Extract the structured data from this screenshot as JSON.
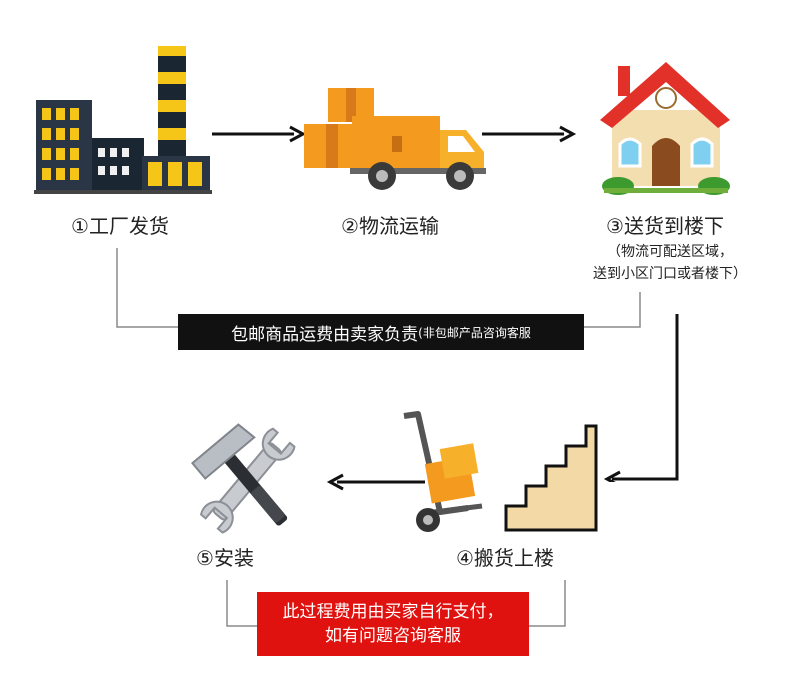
{
  "steps": [
    {
      "label": "①工厂发货",
      "icon": "factory-icon"
    },
    {
      "label": "②物流运输",
      "icon": "delivery-truck-icon"
    },
    {
      "label": "③送货到楼下",
      "icon": "house-icon"
    },
    {
      "label": "④搬货上楼",
      "icon": "hand-truck-stairs-icon"
    },
    {
      "label": "⑤安装",
      "icon": "tools-icon"
    }
  ],
  "step3_note": {
    "line1": "（物流可配送区域，",
    "line2": "送到小区门口或者楼下）"
  },
  "black_banner": {
    "main": "包邮商品运费由卖家负责",
    "sub": "(非包邮产品咨询客服"
  },
  "red_banner": {
    "line1": "此过程费用由买家自行支付，",
    "line2": "如有问题咨询客服"
  },
  "colors": {
    "orange": "#f49a1e",
    "red_banner": "#e0120f",
    "black_banner": "#111111",
    "roof_red": "#e23129"
  }
}
